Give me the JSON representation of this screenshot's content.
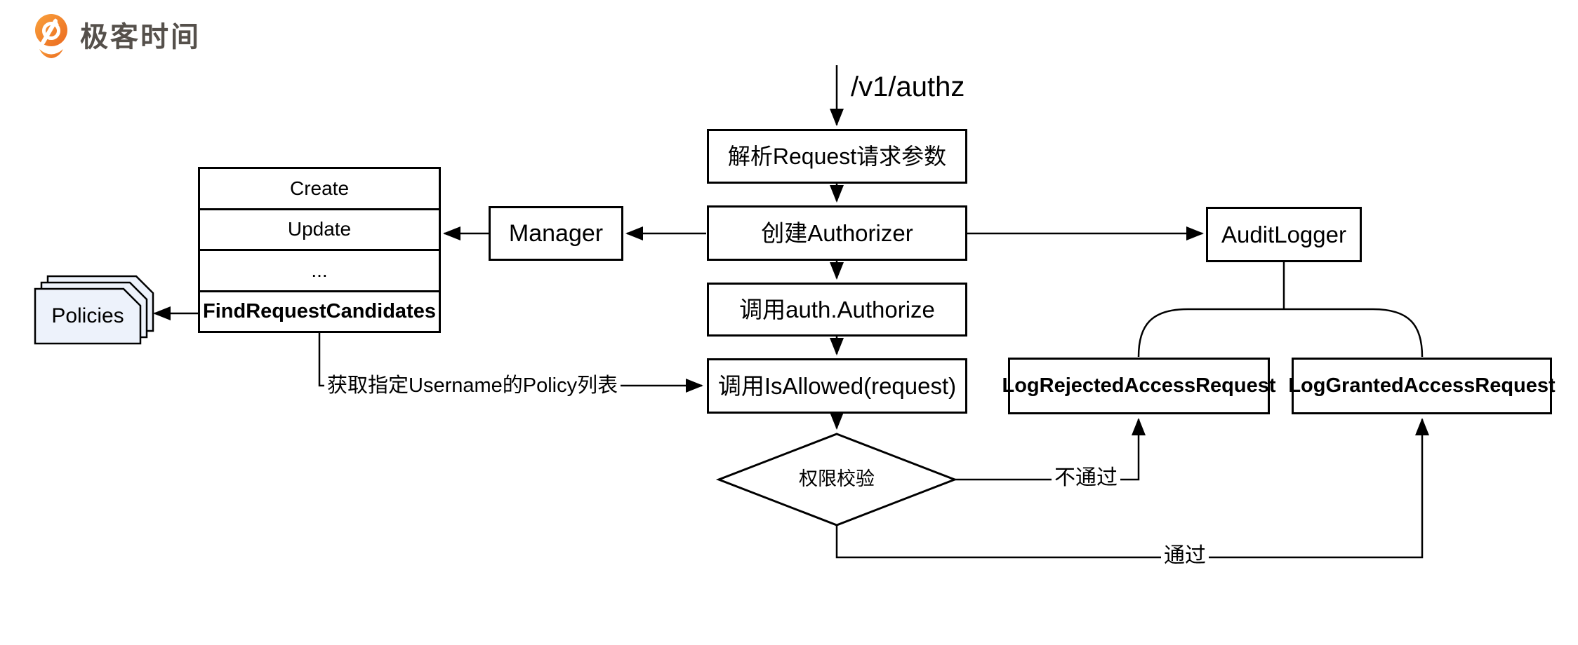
{
  "header": {
    "logo_text": "极客时间"
  },
  "flow": {
    "entry_label": "/v1/authz",
    "parse_box": "解析Request请求参数",
    "create_box": "创建Authorizer",
    "authorize_box": "调用auth.Authorize",
    "isallowed_box": "调用IsAllowed(request)",
    "manager_box": "Manager",
    "audit_box": "AuditLogger",
    "rejected_box": "LogRejectedAccessRequest",
    "granted_box": "LogGrantedAccessRequest",
    "decision": "权限校验",
    "policies_label": "Policies",
    "methods": [
      "Create",
      "Update",
      "...",
      "FindRequestCandidates"
    ],
    "fetch_label": "获取指定Username的Policy列表",
    "reject_edge_label": "不通过",
    "pass_edge_label": "通过"
  },
  "colors": {
    "line": "#000000",
    "node_background": "#ffffff",
    "policies_fill": "#edf2fb",
    "logo_orange_light": "#f9a13c",
    "logo_orange_dark": "#eb6a20",
    "logo_text_color": "#55504b"
  }
}
